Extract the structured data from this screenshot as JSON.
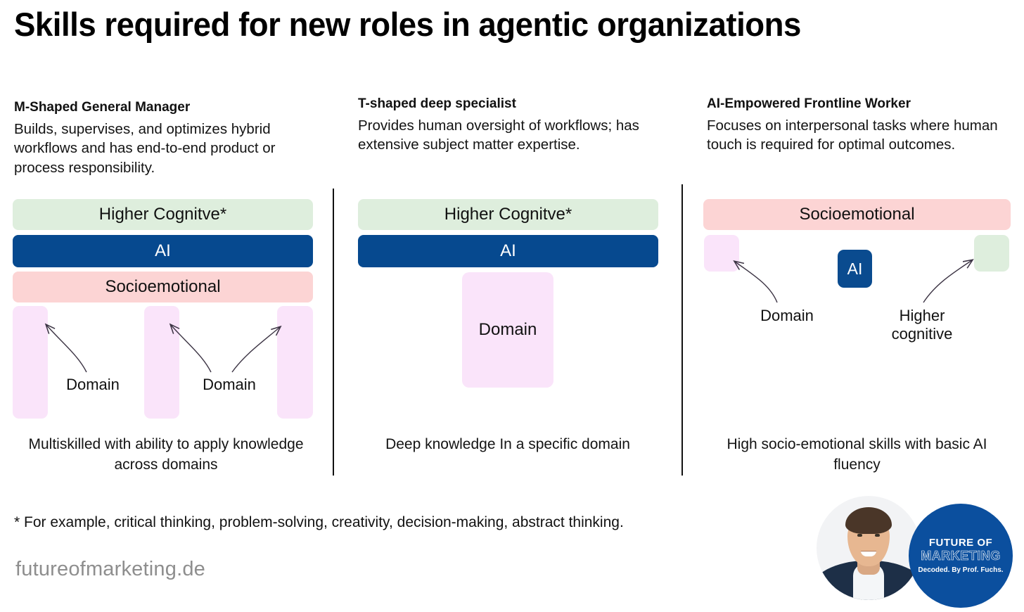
{
  "title": "Skills required for new roles in agentic organizations",
  "columns": [
    {
      "heading": "M-Shaped General Manager",
      "description": "Builds, supervises, and optimizes hybrid workflows and has end-to-end product or process responsibility.",
      "bars": [
        {
          "label": "Higher Cognitve*",
          "color": "#deeedd"
        },
        {
          "label": "AI",
          "color": "#06498f"
        },
        {
          "label": "Socioemotional",
          "color": "#fcd4d4"
        }
      ],
      "legs": 3,
      "leg_color": "#fae4fa",
      "annotations": [
        "Domain",
        "Domain"
      ],
      "footer": "Multiskilled with ability to apply knowledge across domains"
    },
    {
      "heading": "T-shaped deep specialist",
      "description": "Provides human oversight of workflows; has extensive subject matter expertise.",
      "bars": [
        {
          "label": "Higher Cognitve*",
          "color": "#deeedd"
        },
        {
          "label": "AI",
          "color": "#06498f"
        }
      ],
      "stem": {
        "label": "Domain",
        "color": "#fae4fa"
      },
      "footer": "Deep knowledge In a specific domain"
    },
    {
      "heading": "AI-Empowered Frontline Worker",
      "description": "Focuses on interpersonal tasks where human touch is required for optimal outcomes.",
      "bars": [
        {
          "label": "Socioemotional",
          "color": "#fcd4d4"
        }
      ],
      "chips": [
        {
          "label": "",
          "color": "#fae4fa"
        },
        {
          "label": "AI",
          "color": "#0a4b8f"
        },
        {
          "label": "",
          "color": "#deeedd"
        }
      ],
      "annotations": [
        "Domain",
        "Higher cognitive"
      ],
      "footer": "High socio-emotional skills with basic AI fluency"
    }
  ],
  "footnote": "* For example, critical thinking, problem-solving, creativity, decision-making, abstract thinking.",
  "site": "futureofmarketing.de",
  "badge": {
    "line1": "FUTURE OF",
    "line2": "MARKETING",
    "line3": "Decoded. By Prof. Fuchs.",
    "color": "#0b4f9e"
  }
}
